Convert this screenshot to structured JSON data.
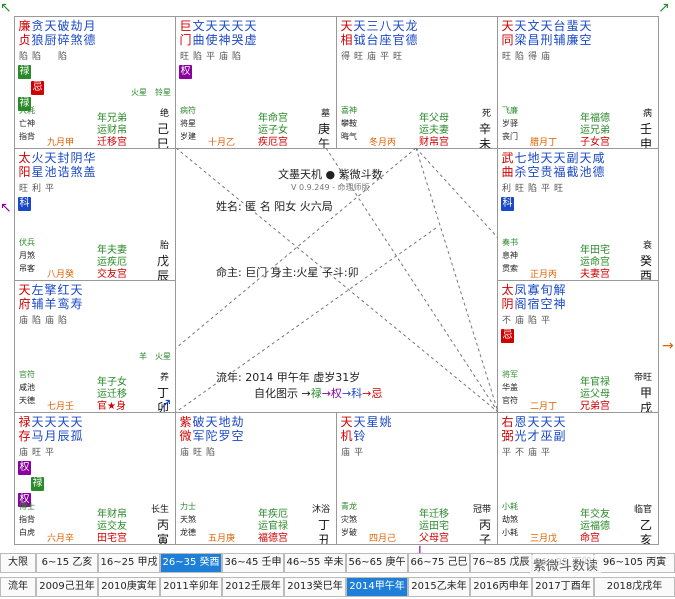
{
  "palaces": [
    {
      "majors": [
        "廉贞",
        "贪狼"
      ],
      "majorColors": [
        "#d00000",
        "#1a49c8"
      ],
      "minors": [
        "天厨",
        "破碎",
        "劫煞",
        "月德"
      ],
      "bright": [
        "陷",
        "陷",
        "",
        "陷"
      ],
      "badges": [
        "禄",
        "忌",
        "禄"
      ],
      "starsR": [
        "铃星",
        "火星"
      ],
      "labels": [
        "年兄弟",
        "运财帛",
        "迁移宫"
      ],
      "gong": "九月甲",
      "age": "",
      "stem": [
        "绝",
        "己",
        "巳"
      ],
      "small": [
        "大耗",
        "亡神",
        "指背"
      ]
    },
    {
      "majors": [
        "巨门",
        "文曲"
      ],
      "majorColors": [
        "#d00000",
        "#1a49c8"
      ],
      "minors": [
        "天使",
        "天神",
        "天哭",
        "天虚"
      ],
      "bright": [
        "旺",
        "陷",
        "平",
        "庙",
        "陷"
      ],
      "badges": [
        "权"
      ],
      "starsR": [],
      "labels": [
        "年命宫",
        "运子女",
        "疾厄宫"
      ],
      "gong": "十月乙",
      "age": "",
      "stem": [
        "墓",
        "庚",
        "午"
      ],
      "small": [
        "病符",
        "将星",
        "岁建"
      ]
    },
    {
      "majors": [
        "天相",
        "天钺"
      ],
      "majorColors": [
        "#d00000",
        "#1a49c8"
      ],
      "minors": [
        "三台",
        "八座",
        "天官",
        "龙德"
      ],
      "bright": [
        "得",
        "旺",
        "庙",
        "平",
        "旺"
      ],
      "badges": [],
      "starsR": [],
      "labels": [
        "年父母",
        "运夫妻",
        "财帛宫"
      ],
      "gong": "冬月丙",
      "age": "",
      "stem": [
        "死",
        "辛",
        "未"
      ],
      "small": [
        "喜神",
        "攀鞍",
        "晦气"
      ]
    },
    {
      "majors": [
        "天同",
        "天梁"
      ],
      "majorColors": [
        "#d00000",
        "#1a49c8"
      ],
      "minors": [
        "文昌",
        "天刑",
        "台辅",
        "蜚廉",
        "天空"
      ],
      "bright": [
        "旺",
        "陷",
        "得",
        "庙"
      ],
      "badges": [],
      "starsR": [],
      "labels": [
        "年福德",
        "运兄弟",
        "子女宫"
      ],
      "gong": "腊月丁",
      "age": "",
      "stem": [
        "病",
        "壬",
        "申"
      ],
      "small": [
        "飞廉",
        "岁驿",
        "丧门"
      ]
    },
    {
      "majors": [
        "太阳",
        "火星"
      ],
      "majorColors": [
        "#d00000",
        "#1a49c8"
      ],
      "minors": [
        "天池",
        "封诰",
        "阴煞",
        "华盖"
      ],
      "bright": [
        "旺",
        "利",
        "平"
      ],
      "badges": [
        "科"
      ],
      "starsR": [],
      "labels": [
        "年夫妻",
        "运疾厄",
        "交友宫"
      ],
      "gong": "八月癸",
      "age": "",
      "stem": [
        "胎",
        "戊",
        "辰"
      ],
      "small": [
        "伏兵",
        "月煞",
        "吊客"
      ]
    },
    {
      "majors": [
        "武曲",
        "七杀"
      ],
      "majorColors": [
        "#d00000",
        "#1a49c8"
      ],
      "minors": [
        "地空",
        "天贵",
        "天福",
        "副截",
        "天池",
        "咸德"
      ],
      "bright": [
        "利",
        "旺",
        "陷",
        "平",
        "旺"
      ],
      "badges": [
        "科"
      ],
      "starsR": [],
      "labels": [
        "年田宅",
        "运命宫",
        "夫妻宫"
      ],
      "gong": "正月丙",
      "age": "",
      "stem": [
        "衰",
        "癸",
        "酉"
      ],
      "small": [
        "奏书",
        "息神",
        "贯索"
      ]
    },
    {
      "majors": [
        "天府",
        "左辅"
      ],
      "majorColors": [
        "#d00000",
        "#1a49c8"
      ],
      "minors": [
        "擎羊",
        "红鸾",
        "天寿"
      ],
      "bright": [
        "庙",
        "陷",
        "庙",
        "陷"
      ],
      "badges": [],
      "starsR": [
        "火星",
        "羊"
      ],
      "labels": [
        "年子女",
        "运迁移",
        "官★身"
      ],
      "gong": "七月壬",
      "age": "",
      "stem": [
        "养",
        "丁",
        "卯"
      ],
      "small": [
        "官符",
        "咸池",
        "天德"
      ]
    },
    {
      "majors": [
        "太阴",
        "凤阁"
      ],
      "majorColors": [
        "#d00000",
        "#1a49c8"
      ],
      "minors": [
        "寡宿",
        "旬空",
        "解神"
      ],
      "bright": [
        "不",
        "庙",
        "陷",
        "平"
      ],
      "badges": [
        "忌"
      ],
      "starsR": [],
      "labels": [
        "年官禄",
        "运父母",
        "兄弟宫"
      ],
      "gong": "二月丁",
      "age": "",
      "stem": [
        "帝旺",
        "甲",
        "戌"
      ],
      "small": [
        "将军",
        "华盖",
        "官符"
      ]
    },
    {
      "majors": [
        "禄存",
        "天马"
      ],
      "majorColors": [
        "#d00000",
        "#1a49c8"
      ],
      "minors": [
        "天月",
        "天辰",
        "天孤"
      ],
      "bright": [
        "庙",
        "旺",
        "平"
      ],
      "badges": [
        "权",
        "禄",
        "权"
      ],
      "starsR": [],
      "labels": [
        "年财帛",
        "运交友",
        "田宅宫"
      ],
      "gong": "六月辛",
      "age": "",
      "stem": [
        "长生",
        "丙",
        "寅"
      ],
      "small": [
        "博士",
        "指背",
        "白虎"
      ]
    },
    {
      "majors": [
        "紫微",
        "破军"
      ],
      "majorColors": [
        "#d00000",
        "#1a49c8"
      ],
      "minors": [
        "天陀",
        "地罗",
        "劫空"
      ],
      "bright": [
        "庙",
        "旺",
        "陷"
      ],
      "badges": [],
      "starsR": [],
      "labels": [
        "年疾厄",
        "运官禄",
        "福德宫"
      ],
      "gong": "五月庚",
      "age": "",
      "stem": [
        "沐浴",
        "丁",
        "丑"
      ],
      "small": [
        "力士",
        "天煞",
        "龙德"
      ]
    },
    {
      "majors": [
        "天机",
        "天铃"
      ],
      "majorColors": [
        "#d00000",
        "#1a49c8"
      ],
      "minors": [
        "星",
        "姚"
      ],
      "bright": [
        "庙",
        "平"
      ],
      "badges": [],
      "starsR": [],
      "labels": [
        "年迁移",
        "运田宅",
        "父母宫"
      ],
      "gong": "四月己",
      "age": "",
      "stem": [
        "冠带",
        "丙",
        "子"
      ],
      "small": [
        "青龙",
        "灾煞",
        "岁破"
      ]
    },
    {
      "majors": [
        "右弼",
        "恩光"
      ],
      "majorColors": [
        "#d00000",
        "#1a49c8"
      ],
      "minors": [
        "天才",
        "天巫",
        "天副"
      ],
      "bright": [
        "平",
        "不",
        "庙",
        "平"
      ],
      "badges": [],
      "starsR": [],
      "labels": [
        "年交友",
        "运福德",
        "命宫"
      ],
      "gong": "三月戊",
      "age": "",
      "stem": [
        "临官",
        "乙",
        "亥"
      ],
      "small": [
        "小耗",
        "劫煞",
        "小耗"
      ]
    }
  ],
  "center": {
    "app": "文墨天机 ● 紫微斗数",
    "version": "V 0.9.249 - 命理师版",
    "line1": "姓名: 匿 名      阳女 火六局",
    "line2": "命主: 巨门 身主:火星 子斗:卯",
    "line3": "流年: 2014 甲午年 虚岁31岁",
    "line4a": "自化图示 →",
    "line4b": "禄",
    "line4c": "→权",
    "line4d": "→科",
    "line4e": "→忌"
  },
  "bottom": {
    "row1label": "大限",
    "row2label": "流年",
    "row1": [
      "6~15 乙亥",
      "16~25 甲戌",
      "26~35 癸酉",
      "36~45 壬申",
      "46~55 辛未",
      "56~65 庚午",
      "66~75 己巳",
      "76~85 戊辰",
      "86~95 丁卯",
      "96~105 丙寅"
    ],
    "row2": [
      "2009己丑年",
      "2010庚寅年",
      "2011辛卯年",
      "2012壬辰年",
      "2013癸巳年",
      "2014甲午年",
      "2015乙未年",
      "2016丙申年",
      "2017丁酉年",
      "2018戊戌年"
    ],
    "selected1": 2,
    "selected2": 5,
    "watermark": "紫微斗数读"
  },
  "colors": {
    "red": "#d00000",
    "blue": "#1a49c8",
    "green": "#2a8a2a",
    "orange": "#e06000",
    "purple": "#8b00a0",
    "selected": "#1e7fd8"
  }
}
